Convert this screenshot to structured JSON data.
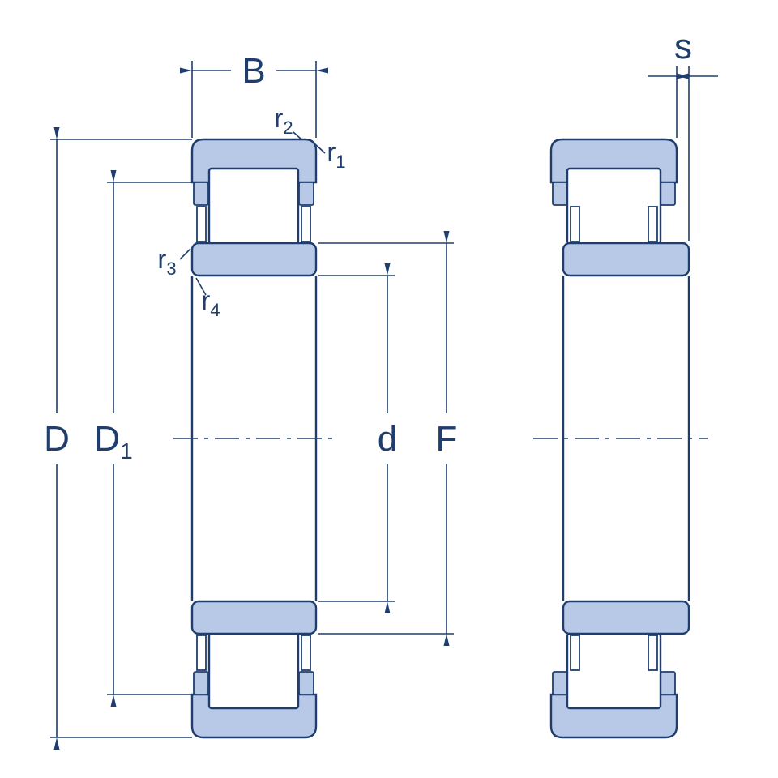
{
  "colors": {
    "outline": "#1f3e6e",
    "ring-fill": "#b8c9e8",
    "background": "#ffffff"
  },
  "dimensions": {
    "width": "B",
    "outer_diameter": "D",
    "shoulder_diameter": {
      "base": "D",
      "sub": "1"
    },
    "bore_diameter": "d",
    "inner_raceway_diameter": "F",
    "axial_displacement": "s",
    "radius_1": {
      "base": "r",
      "sub": "1"
    },
    "radius_2": {
      "base": "r",
      "sub": "2"
    },
    "radius_3": {
      "base": "r",
      "sub": "3"
    },
    "radius_4": {
      "base": "r",
      "sub": "4"
    }
  }
}
